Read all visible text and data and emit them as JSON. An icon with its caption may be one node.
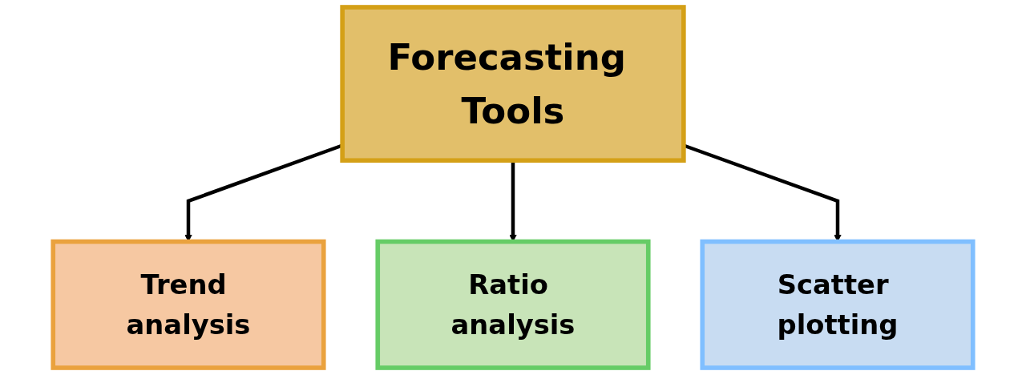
{
  "diagram": {
    "nodes": [
      {
        "text": [
          "Forecasting Tools"
        ]
      },
      {
        "text": [
          "Trend analysis"
        ]
      },
      {
        "text": [
          "Ratio analysis"
        ]
      },
      {
        "text": [
          "Scatter plotting"
        ]
      }
    ],
    "edges": [
      {
        "from": 0,
        "to": 1,
        "arrow": "to"
      },
      {
        "from": 0,
        "to": 2,
        "arrow": "to"
      },
      {
        "from": 0,
        "to": 3,
        "arrow": "to"
      }
    ]
  }
}
